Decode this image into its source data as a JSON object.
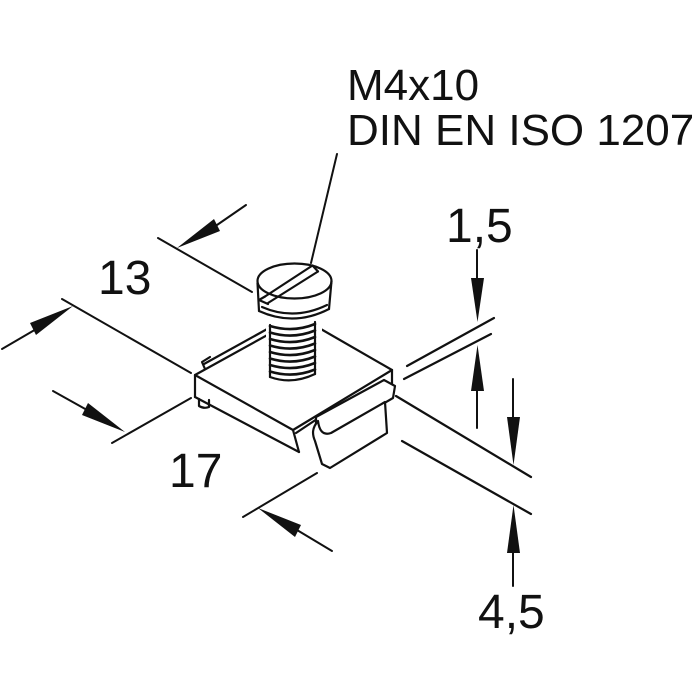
{
  "labels": {
    "screw_spec_line1": "M4x10",
    "screw_spec_line2": "DIN EN ISO 1207"
  },
  "dimensions": {
    "plate_width": "13",
    "plate_length": "17",
    "rail_thickness": "1,5",
    "hook_opening": "4,5"
  },
  "colors": {
    "ink": "#111111",
    "background": "#ffffff"
  }
}
